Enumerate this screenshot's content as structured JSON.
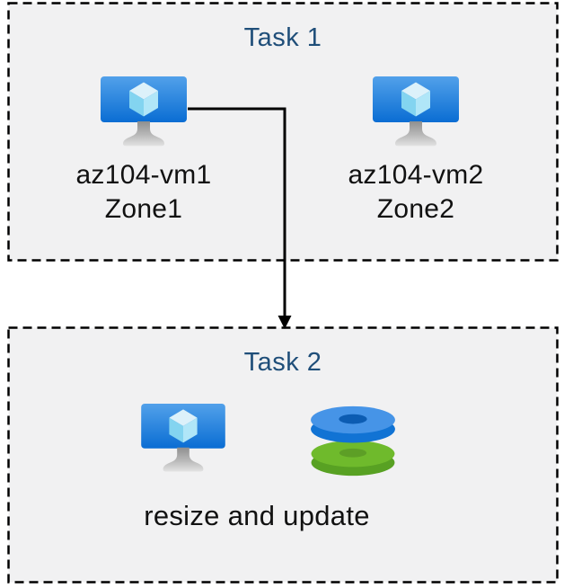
{
  "diagram": {
    "colors": {
      "background": "#ffffff",
      "box_fill": "#f1f1f2",
      "box_border": "#000000",
      "title": "#1f4e79",
      "label": "#111111",
      "arrow": "#000000"
    },
    "task1": {
      "title": "Task 1",
      "vms": [
        {
          "name": "az104-vm1",
          "zone": "Zone1",
          "icon": "virtual-machine-icon"
        },
        {
          "name": "az104-vm2",
          "zone": "Zone2",
          "icon": "virtual-machine-icon"
        }
      ]
    },
    "task2": {
      "title": "Task 2",
      "caption": "resize and update",
      "icons": [
        "virtual-machine-icon",
        "managed-disks-icon"
      ]
    },
    "arrow": {
      "from": "az104-vm1",
      "to": "Task 2"
    },
    "icon_colors": {
      "vm_screen_top": "#52a1ea",
      "vm_screen_bottom": "#0a6dd3",
      "vm_cube_top": "#dcf1fa",
      "vm_cube_left": "#83d4f0",
      "vm_cube_right": "#b0e6f8",
      "vm_stand_dark": "#8f8f8f",
      "vm_stand_light": "#e3e3e3",
      "disk_blue_top": "#4694e7",
      "disk_blue_rim": "#1173d4",
      "disk_blue_hole": "#0c5cb2",
      "disk_green_top": "#6fba2c",
      "disk_green_rim": "#58a123",
      "disk_green_hole": "#5d9f26"
    }
  }
}
